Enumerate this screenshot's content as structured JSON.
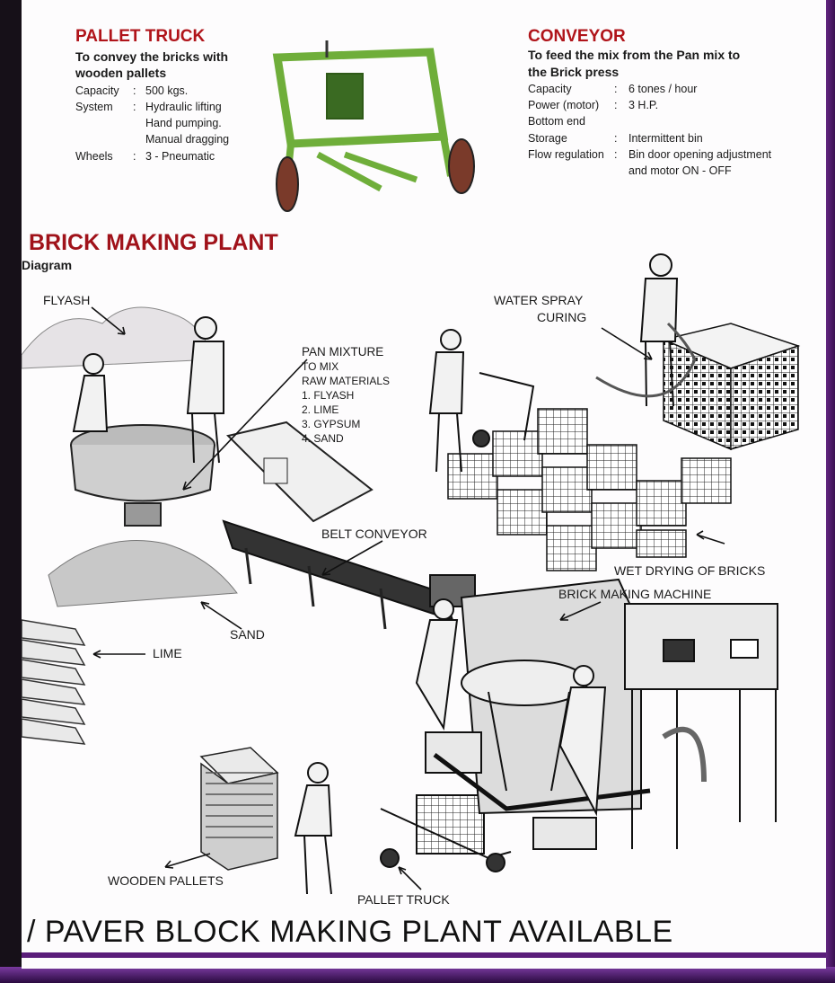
{
  "pallet_truck": {
    "title": "PALLET TRUCK",
    "subtitle": [
      "To convey the bricks with",
      "wooden pallets"
    ],
    "specs": [
      {
        "label": "Capacity",
        "sep": ":",
        "value": "500 kgs."
      },
      {
        "label": "System",
        "sep": ":",
        "value": "Hydraulic lifting"
      },
      {
        "label": "",
        "sep": "",
        "value": "Hand pumping."
      },
      {
        "label": "",
        "sep": "",
        "value": "Manual dragging"
      },
      {
        "label": "Wheels",
        "sep": ":",
        "value": "3 - Pneumatic"
      }
    ]
  },
  "conveyor": {
    "title": "CONVEYOR",
    "subtitle": [
      "To feed the mix from the Pan mix to",
      "the Brick press"
    ],
    "specs": [
      {
        "label": "Capacity",
        "sep": ":",
        "value": "6 tones / hour"
      },
      {
        "label": "Power (motor)",
        "sep": ":",
        "value": "3 H.P."
      },
      {
        "label": "Bottom end",
        "sep": "",
        "value": ""
      },
      {
        "label": "Storage",
        "sep": ":",
        "value": "Intermittent bin"
      },
      {
        "label": "Flow regulation",
        "sep": ":",
        "value": "Bin door opening adjustment"
      },
      {
        "label": "",
        "sep": "",
        "value": "and motor ON - OFF"
      }
    ]
  },
  "plant": {
    "title": "BRICK MAKING PLANT",
    "subtitle": "Diagram"
  },
  "labels": {
    "flyash": "FLYASH",
    "water_spray": [
      "WATER SPRAY",
      "CURING"
    ],
    "pan_mixture": [
      "PAN MIXTURE",
      "TO MIX",
      "RAW MATERIALS",
      "1. FLYASH",
      "2. LIME",
      "3. GYPSUM",
      "4. SAND"
    ],
    "belt_conveyor": "BELT CONVEYOR",
    "wet_drying": "WET DRYING OF BRICKS",
    "brick_machine": "BRICK MAKING MACHINE",
    "sand": "SAND",
    "lime": "LIME",
    "wooden_pallets": "WOODEN PALLETS",
    "pallet_truck": "PALLET TRUCK"
  },
  "footer": "/ PAVER BLOCK MAKING PLANT AVAILABLE",
  "colors": {
    "title_red": "#b0141a",
    "truck_green": "#6fae3a",
    "border_purple": "#5a1d7a"
  }
}
